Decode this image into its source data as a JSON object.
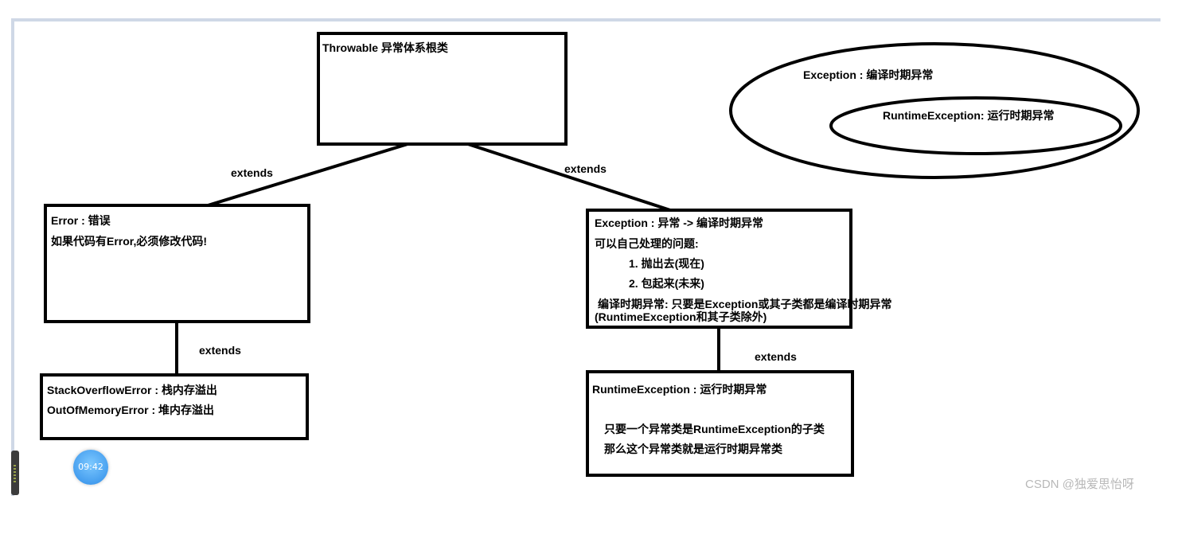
{
  "nodes": {
    "throwable": {
      "title": "Throwable 异常体系根类"
    },
    "error": {
      "title": "Error : 错误",
      "lines": [
        "如果代码有Error,必须修改代码!"
      ]
    },
    "exception": {
      "title": "Exception : 异常 -> 编译时期异常",
      "lines": [
        "可以自己处理的问题:",
        "1. 抛出去(现在)",
        "2. 包起来(未来)",
        "编译时期异常: 只要是Exception或其子类都是编译时期异常",
        "(RuntimeException和其子类除外)"
      ]
    },
    "stackoverflow": {
      "lines": [
        "StackOverflowError : 栈内存溢出",
        "OutOfMemoryError : 堆内存溢出"
      ]
    },
    "runtime": {
      "title": "RuntimeException : 运行时期异常",
      "lines": [
        "只要一个异常类是RuntimeException的子类",
        "那么这个异常类就是运行时期异常类"
      ]
    }
  },
  "edges": {
    "throwable_error": "extends",
    "throwable_exception": "extends",
    "error_sub": "extends",
    "exception_runtime": "extends"
  },
  "venn": {
    "outer": "Exception : 编译时期异常",
    "inner": "RuntimeException: 运行时期异常"
  },
  "clock": "09:42",
  "watermark": "CSDN @独爱思怡呀"
}
